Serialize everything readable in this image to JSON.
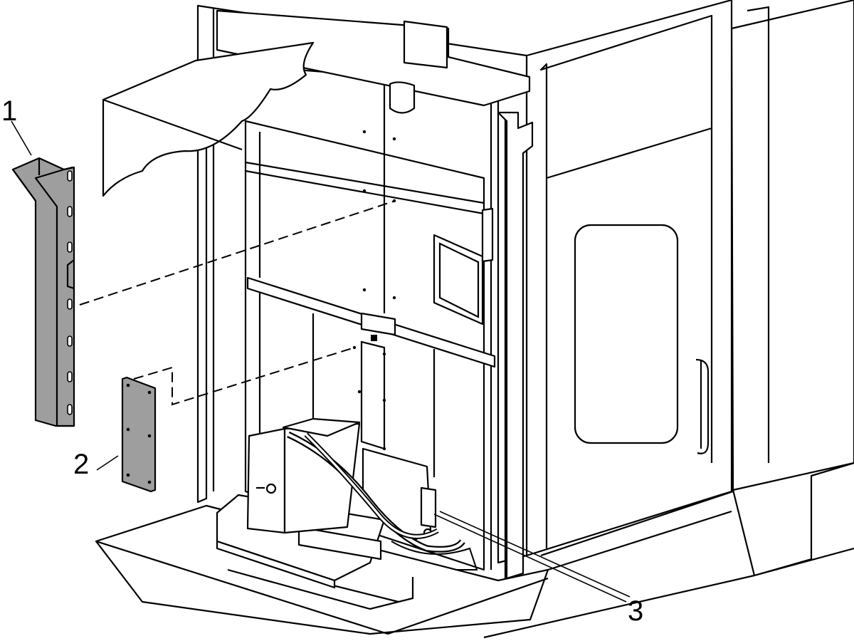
{
  "diagram": {
    "callouts": [
      {
        "id": "1",
        "text": "1"
      },
      {
        "id": "2",
        "text": "2"
      },
      {
        "id": "3",
        "text": "3"
      }
    ],
    "colors": {
      "line": "#000000",
      "background": "#ffffff",
      "part_fill": "#9e9e9e"
    }
  }
}
